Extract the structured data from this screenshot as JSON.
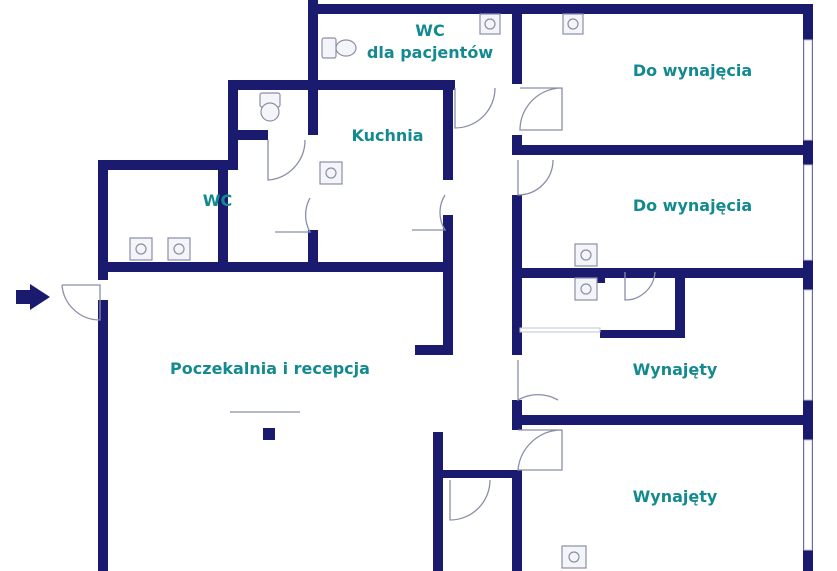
{
  "floorplan": {
    "rooms": {
      "wc_patients": {
        "line1": "WC",
        "line2": "dla pacjentów"
      },
      "kitchen": "Kuchnia",
      "wc_staff": "WC",
      "waiting_reception": "Poczekalnia i recepcja",
      "office_1": "Do wynajęcia",
      "office_2": "Do wynajęcia",
      "office_3": "Wynajęty",
      "office_4": "Wynajęty"
    },
    "colors": {
      "walls": "#1a1a6e",
      "labels": "#138a90",
      "fixtures": "#8a8fa8"
    },
    "icons": {
      "entrance": "entrance-arrow-icon",
      "toilet": "toilet-icon",
      "sink": "sink-icon",
      "door": "door-swing-icon"
    }
  }
}
